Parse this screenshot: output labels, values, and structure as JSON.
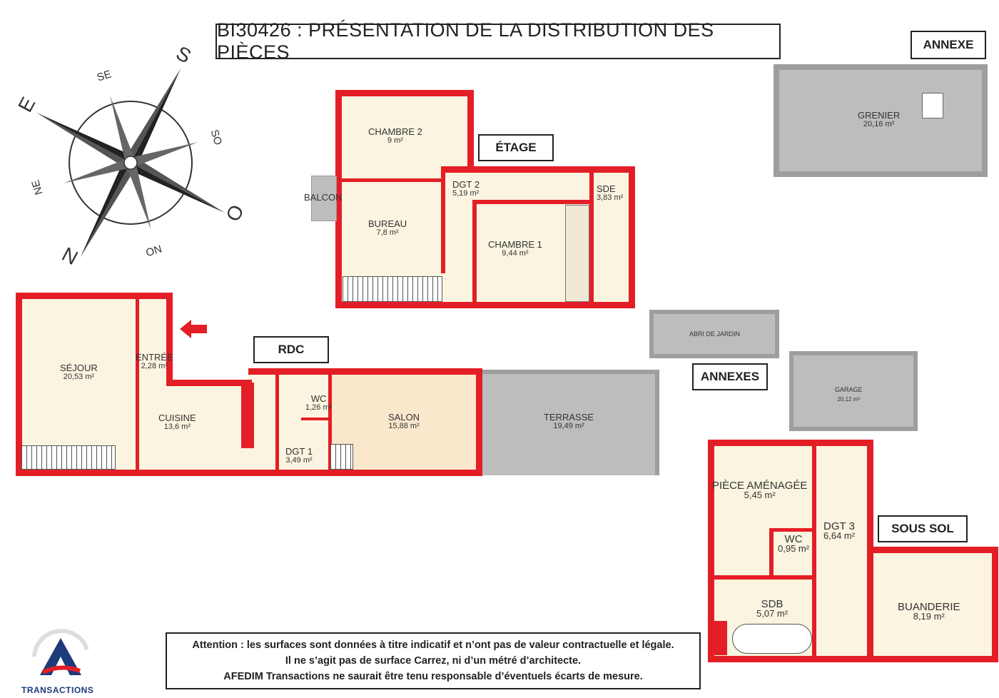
{
  "header": {
    "title": "BI30426 : PRÉSENTATION DE LA DISTRIBUTION DES PIÈCES"
  },
  "tags": {
    "annexe": "ANNEXE",
    "etage": "ÉTAGE",
    "rdc": "RDC",
    "annexes": "ANNEXES",
    "sous_sol": "SOUS SOL"
  },
  "compass": {
    "n": "N",
    "s": "S",
    "e": "E",
    "o": "O",
    "ne": "NE",
    "no": "NO",
    "se": "SE",
    "so": "SO"
  },
  "rooms": {
    "chambre2": {
      "name": "CHAMBRE 2",
      "area": "9 m²"
    },
    "balcon": {
      "name": "BALCON"
    },
    "bureau": {
      "name": "BUREAU",
      "area": "7,8 m²"
    },
    "dgt2": {
      "name": "DGT 2",
      "area": "5,19 m²"
    },
    "sde": {
      "name": "SDE",
      "area": "3,83 m²"
    },
    "chambre1": {
      "name": "CHAMBRE 1",
      "area": "9,44 m²"
    },
    "grenier": {
      "name": "GRENIER",
      "area": "20,16 m²"
    },
    "sejour": {
      "name": "SÉJOUR",
      "area": "20,53 m²"
    },
    "entree": {
      "name": "ENTRÉE",
      "area": "2,28 m²"
    },
    "cuisine": {
      "name": "CUISINE",
      "area": "13,6 m²"
    },
    "wc1": {
      "name": "WC",
      "area": "1,26 m²"
    },
    "dgt1": {
      "name": "DGT 1",
      "area": "3,49 m²"
    },
    "salon": {
      "name": "SALON",
      "area": "15,88 m²"
    },
    "terrasse": {
      "name": "TERRASSE",
      "area": "19,49 m²"
    },
    "abri": {
      "name": "ABRI DE JARDIN"
    },
    "garage": {
      "name": "GARAGE",
      "area": "20,12 m²"
    },
    "piece": {
      "name": "PIÈCE AMÉNAGÉE",
      "area": "5,45 m²"
    },
    "dgt3": {
      "name": "DGT 3",
      "area": "6,64 m²"
    },
    "wc2": {
      "name": "WC",
      "area": "0,95 m²"
    },
    "sdb": {
      "name": "SDB",
      "area": "5,07 m²"
    },
    "buanderie": {
      "name": "BUANDERIE",
      "area": "8,19 m²"
    }
  },
  "notice": {
    "line1": "Attention : les surfaces sont données à titre indicatif et n’ont pas de valeur contractuelle et légale.",
    "line2": "Il ne s’agit pas de surface Carrez, ni d’un métré d’architecte.",
    "line3": "AFEDIM Transactions ne saurait être tenu responsable d’éventuels écarts de mesure."
  },
  "logo": {
    "text": "TRANSACTIONS"
  },
  "colors": {
    "wall": "#e41e26",
    "floor": "#faf4e0",
    "salon": "#fbe7cc",
    "annex": "#bdbdbd"
  }
}
